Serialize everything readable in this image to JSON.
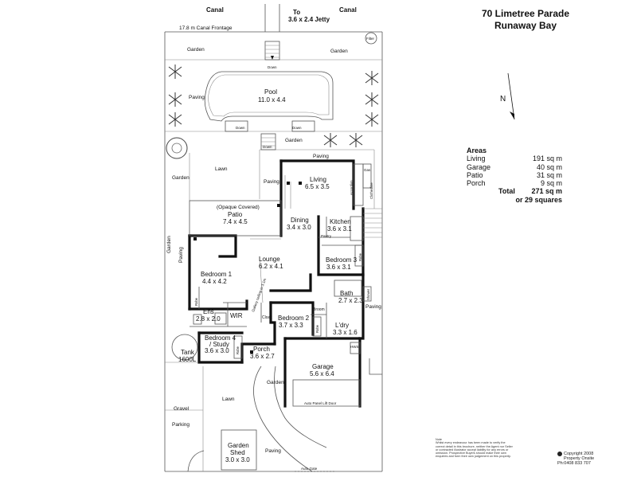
{
  "header": {
    "address": "70 Limetree Parade",
    "suburb": "Runaway Bay"
  },
  "north": {
    "label": "N"
  },
  "areas": {
    "title": "Areas",
    "rows": [
      {
        "name": "Living",
        "value": "191 sq m"
      },
      {
        "name": "Garage",
        "value": "40 sq m"
      },
      {
        "name": "Patio",
        "value": "31 sq m"
      },
      {
        "name": "Porch",
        "value": "9 sq m"
      }
    ],
    "total_label": "Total",
    "total_value": "271 sq m",
    "total_squares": "or 29 squares"
  },
  "labels": {
    "canal_left": "Canal",
    "canal_right": "Canal",
    "jetty_to": "To",
    "jetty_size": "3.6 x 2.4 Jetty",
    "frontage": "17.8 m Canal Frontage",
    "filter": "Filter",
    "garden_top_left": "Garden",
    "garden_top_right": "Garden",
    "down_top": "Down",
    "paving_pool": "Paving",
    "pool": "Pool",
    "pool_size": "11.0 x 4.4",
    "down_left": "Down",
    "down_right": "Down",
    "down_mid": "Down",
    "garden_mid": "Garden",
    "paving_top": "Paving",
    "lawn_top": "Lawn",
    "garden_left": "Garden",
    "gas": "Gas",
    "accordion": "Accordion",
    "clothesline": "Clothesline",
    "paving_side": "Paving",
    "living": "Living",
    "living_size": "6.5 x 3.5",
    "patio_covered": "(Opaque Covered)",
    "patio": "Patio",
    "patio_size": "7.4 x 4.5",
    "dining": "Dining",
    "dining_size": "3.4 x 3.0",
    "kitchen": "Kitchen",
    "kitchen_size": "3.6 x 3.1",
    "pantry": "Pantry",
    "garden_side_vertical": "Garden",
    "paving_side_vertical": "Paving",
    "lounge": "Lounge",
    "lounge_size": "6.2 x 4.1",
    "gallery": "Gallery ceiling to 3.1m",
    "bedroom1": "Bedroom 1",
    "bedroom1_size": "4.4 x 4.2",
    "bedroom3": "Bedroom 3",
    "bedroom3_size": "3.6 x 3.1",
    "robe_b3": "Robe",
    "bath": "Bath",
    "bath_size": "2.7 x 2.3",
    "shower": "Shower",
    "robe_b1": "Robe",
    "ens": "Ens",
    "ens_size": "2.8 x 2.0",
    "wir": "WIR",
    "broom": "Broom",
    "cloak": "Cloak",
    "bedroom2": "Bedroom 2",
    "bedroom2_size": "3.7 x 3.3",
    "robe_b2": "Robe",
    "ldry": "L'dry",
    "ldry_size": "3.3 x 1.6",
    "paving_right": "Paving",
    "hws": "HWS",
    "bedroom4": "Bedroom 4",
    "bedroom4_b": "/ Study",
    "bedroom4_size": "3.6 x 3.0",
    "robe_b4": "Robe",
    "tank": "Tank",
    "tank_size": "1600L",
    "porch": "Porch",
    "porch_size": "3.6 x 2.7",
    "garage": "Garage",
    "garage_size": "5.6 x 6.4",
    "garden_front": "Garden",
    "lawn_front": "Lawn",
    "gravel": "Gravel",
    "parking": "Parking",
    "auto_door": "Auto Panel Lift Door",
    "garden_shed": "Garden",
    "shed": "Shed",
    "shed_size": "3.0 x 3.0",
    "paving_front": "Paving",
    "auto_gate": "Auto Gate"
  },
  "note": "Note\nWhilst every endeavour has been made to verify the correct detail in this brochure, neither the Agent nor Seller or contracted illustrator accept liability for any errors or omission. Prospective Buyers should make their own enquiries and form their own judgement on this property.",
  "copyright": {
    "line1": "Copyright 2008",
    "line2": "Property Onsite",
    "line3": "Ph:0408 833 707"
  }
}
